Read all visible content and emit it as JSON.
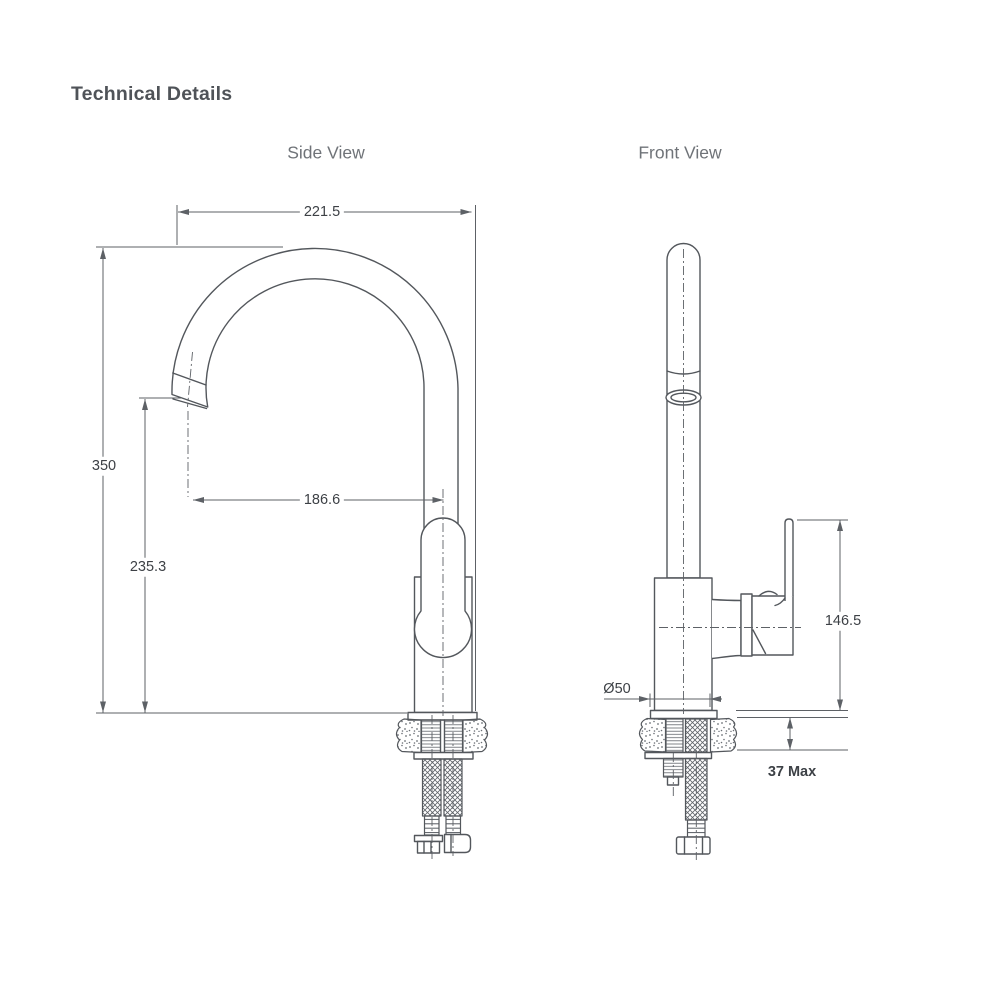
{
  "page": {
    "title": "Technical Details"
  },
  "views": {
    "side": {
      "label": "Side View"
    },
    "front": {
      "label": "Front View"
    }
  },
  "dimensions": {
    "side": {
      "overall_width": "221.5",
      "overall_height": "350",
      "spout_outlet_height": "235.3",
      "spout_reach": "186.6"
    },
    "front": {
      "handle_height": "146.5",
      "base_diameter": "Ø50",
      "counter_thickness": "37 Max"
    }
  },
  "colors": {
    "line": "#53575c",
    "dim": "#5d6166",
    "text": "#3d4146",
    "title": "#4f5358",
    "label": "#6f7378"
  }
}
